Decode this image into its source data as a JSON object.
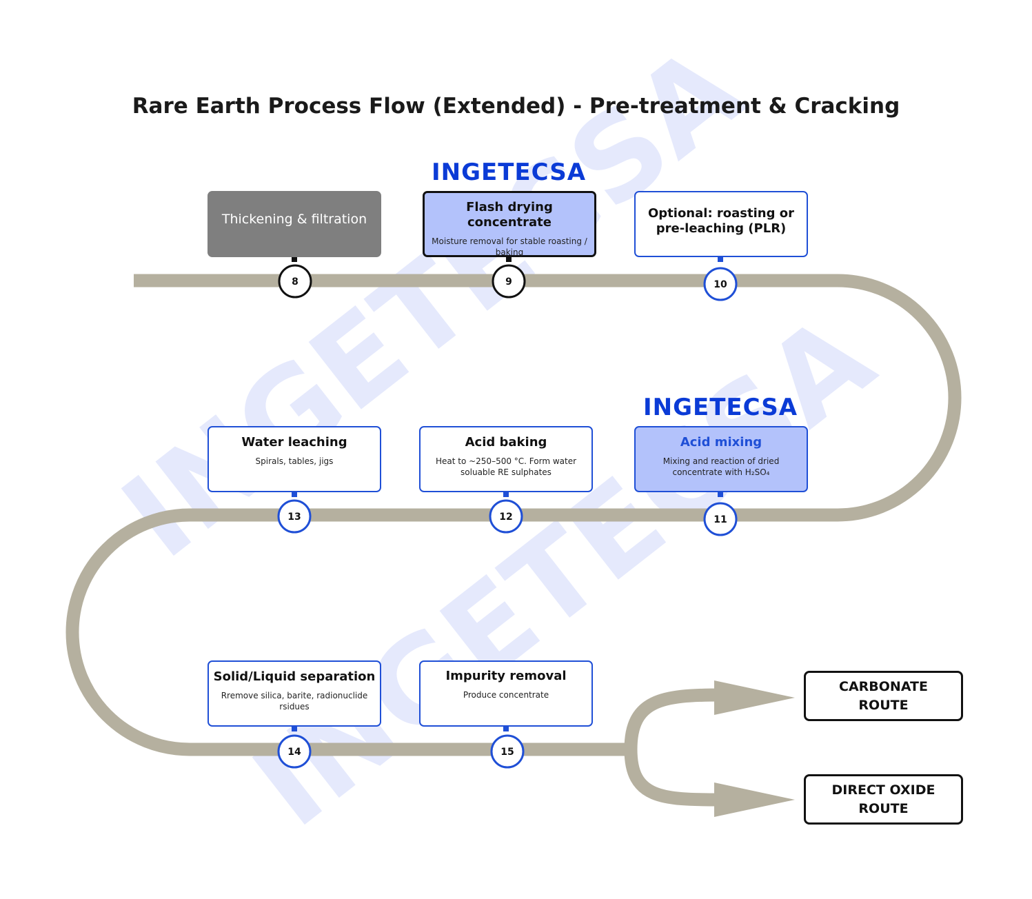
{
  "title": "Rare Earth Process Flow (Extended) - Pre-treatment & Cracking",
  "brand": "INGETECSA",
  "watermark": "INGETECSA",
  "colors": {
    "path": "#b5b09f",
    "accent": "#1f4fd6",
    "highlight_fill": "#b3c2fb",
    "grey_fill": "#7f7f7f"
  },
  "steps": [
    {
      "number": "8",
      "title": "Thickening & filtration",
      "subtitle": ""
    },
    {
      "number": "9",
      "title": "Flash drying concentrate",
      "subtitle": "Moisture removal for stable roasting / baking"
    },
    {
      "number": "10",
      "title": "Optional: roasting or pre-leaching (PLR)",
      "subtitle": ""
    },
    {
      "number": "11",
      "title": "Acid mixing",
      "subtitle": "Mixing and reaction of dried concentrate with H₂SO₄"
    },
    {
      "number": "12",
      "title": "Acid baking",
      "subtitle": "Heat to ~250–500 °C. Form water soluable RE sulphates"
    },
    {
      "number": "13",
      "title": "Water leaching",
      "subtitle": "Spirals, tables, jigs"
    },
    {
      "number": "14",
      "title": "Solid/Liquid separation",
      "subtitle": "Rremove silica, barite, radionuclide rsidues"
    },
    {
      "number": "15",
      "title": "Impurity removal",
      "subtitle": "Produce concentrate"
    }
  ],
  "routes": [
    {
      "label": "CARBONATE ROUTE"
    },
    {
      "label": "DIRECT OXIDE ROUTE"
    }
  ]
}
